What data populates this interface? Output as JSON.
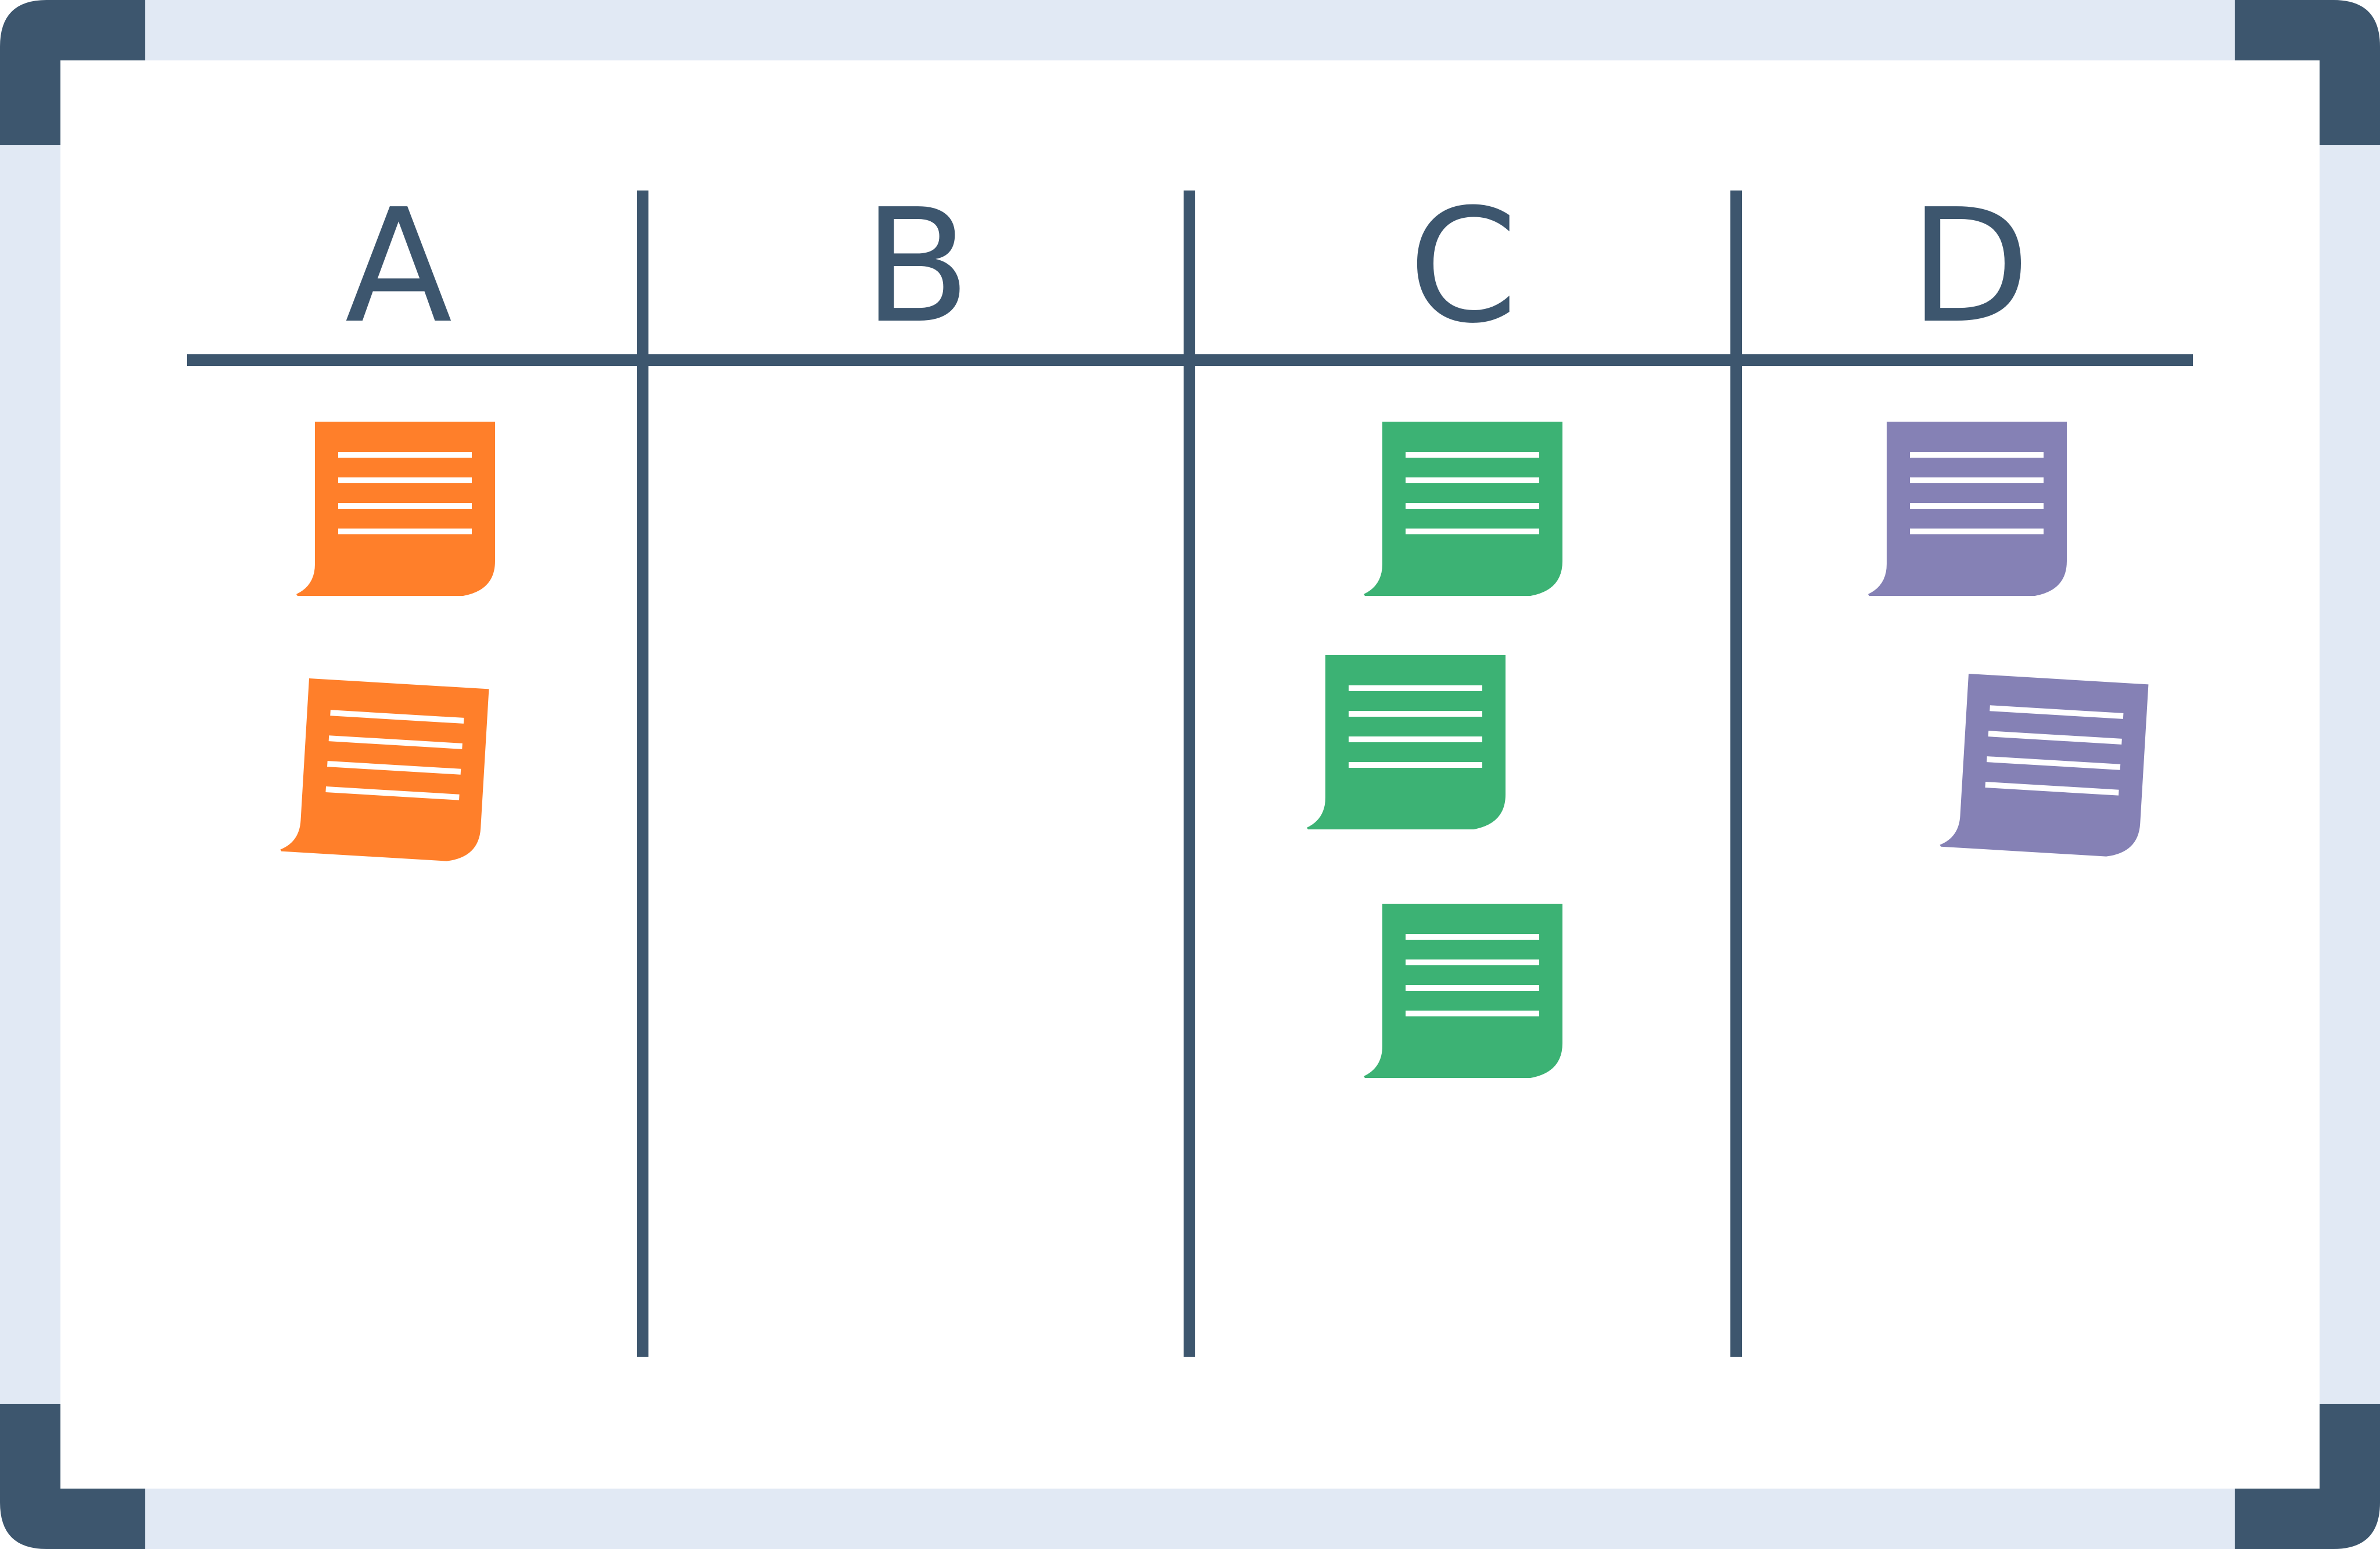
{
  "board": {
    "colors": {
      "frame": "#e1e9f4",
      "corner": "#3d566e",
      "surface": "#ffffff",
      "ink": "#3d566e",
      "note_line": "#ffffff"
    },
    "columns": [
      {
        "label": "A",
        "notes": [
          {
            "color": "#ff7f2a",
            "tilted": false,
            "lines": 4
          },
          {
            "color": "#ff7f2a",
            "tilted": true,
            "lines": 4
          }
        ]
      },
      {
        "label": "B",
        "notes": []
      },
      {
        "label": "C",
        "notes": [
          {
            "color": "#3cb274",
            "tilted": false,
            "lines": 4
          },
          {
            "color": "#3cb274",
            "tilted": false,
            "lines": 4
          },
          {
            "color": "#3cb274",
            "tilted": false,
            "lines": 4
          }
        ]
      },
      {
        "label": "D",
        "notes": [
          {
            "color": "#8581b5",
            "tilted": false,
            "lines": 4
          },
          {
            "color": "#8581b5",
            "tilted": true,
            "lines": 4
          }
        ]
      }
    ],
    "icons": [
      "sticky-note-icon"
    ]
  }
}
